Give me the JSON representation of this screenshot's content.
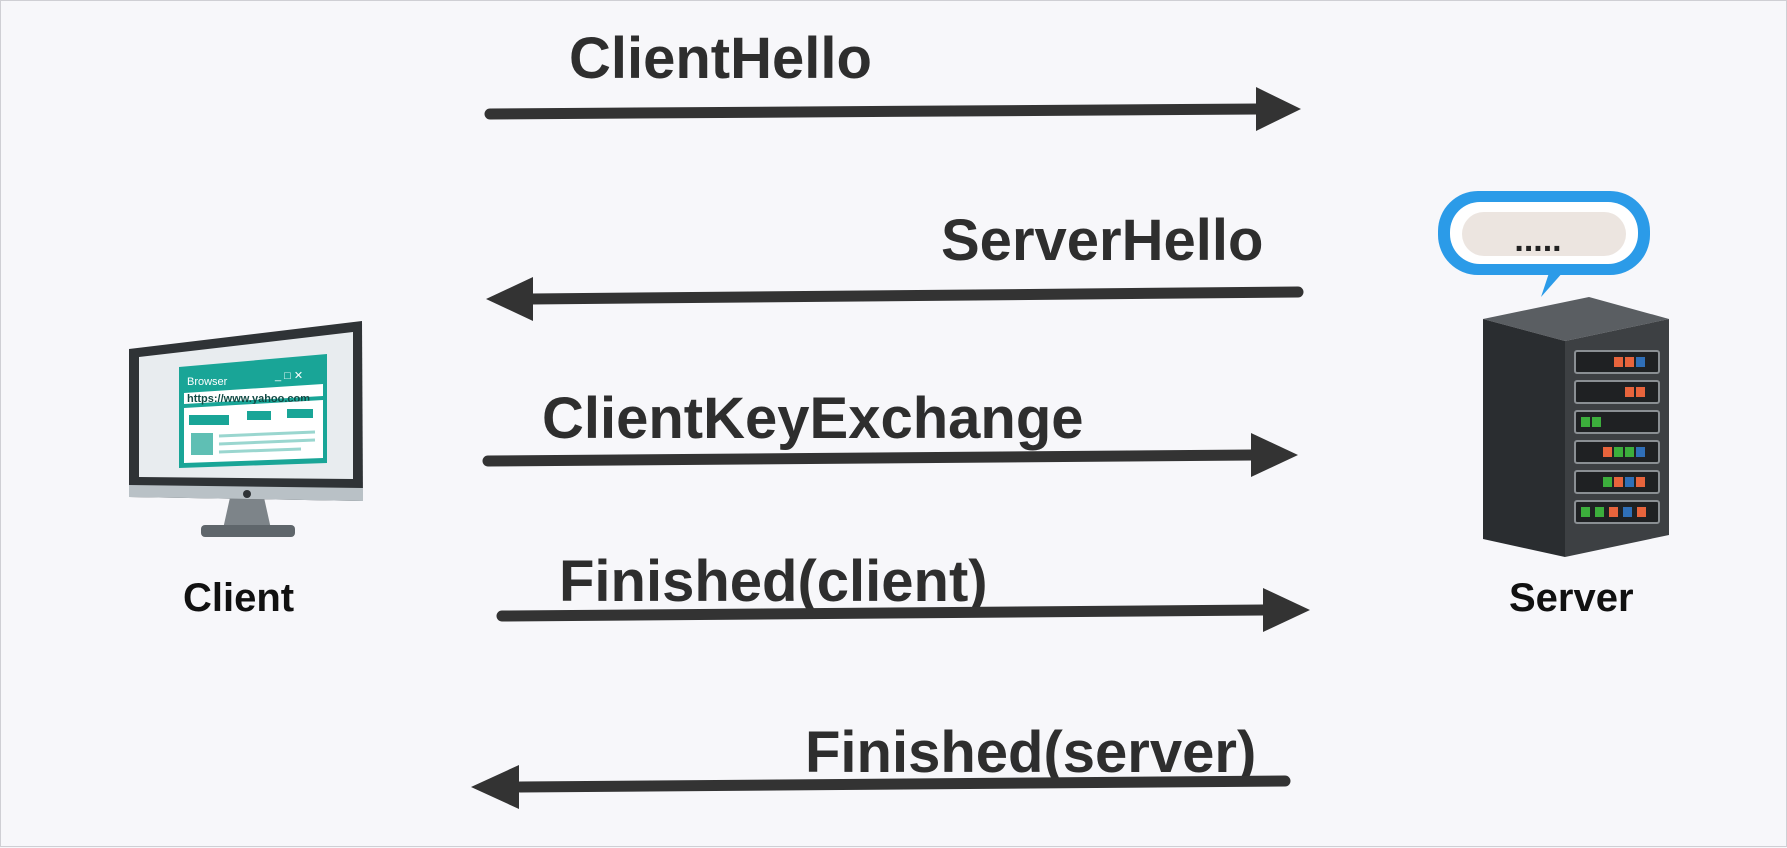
{
  "nodes": {
    "client": {
      "label": "Client",
      "browser_title": "Browser",
      "browser_url": "https://www.yahoo.com"
    },
    "server": {
      "label": "Server",
      "speech_bubble": "....."
    }
  },
  "messages": [
    {
      "label": "ClientHello",
      "direction": "client-to-server"
    },
    {
      "label": "ServerHello",
      "direction": "server-to-client"
    },
    {
      "label": "ClientKeyExchange",
      "direction": "client-to-server"
    },
    {
      "label": "Finished(client)",
      "direction": "client-to-server"
    },
    {
      "label": "Finished(server)",
      "direction": "server-to-client"
    }
  ],
  "colors": {
    "arrow": "#333333",
    "text": "#2e2e2e",
    "monitor_frame": "#2f3336",
    "screen_teal": "#19a597",
    "server_body": "#3d4043",
    "bubble_border": "#2b9be8"
  }
}
